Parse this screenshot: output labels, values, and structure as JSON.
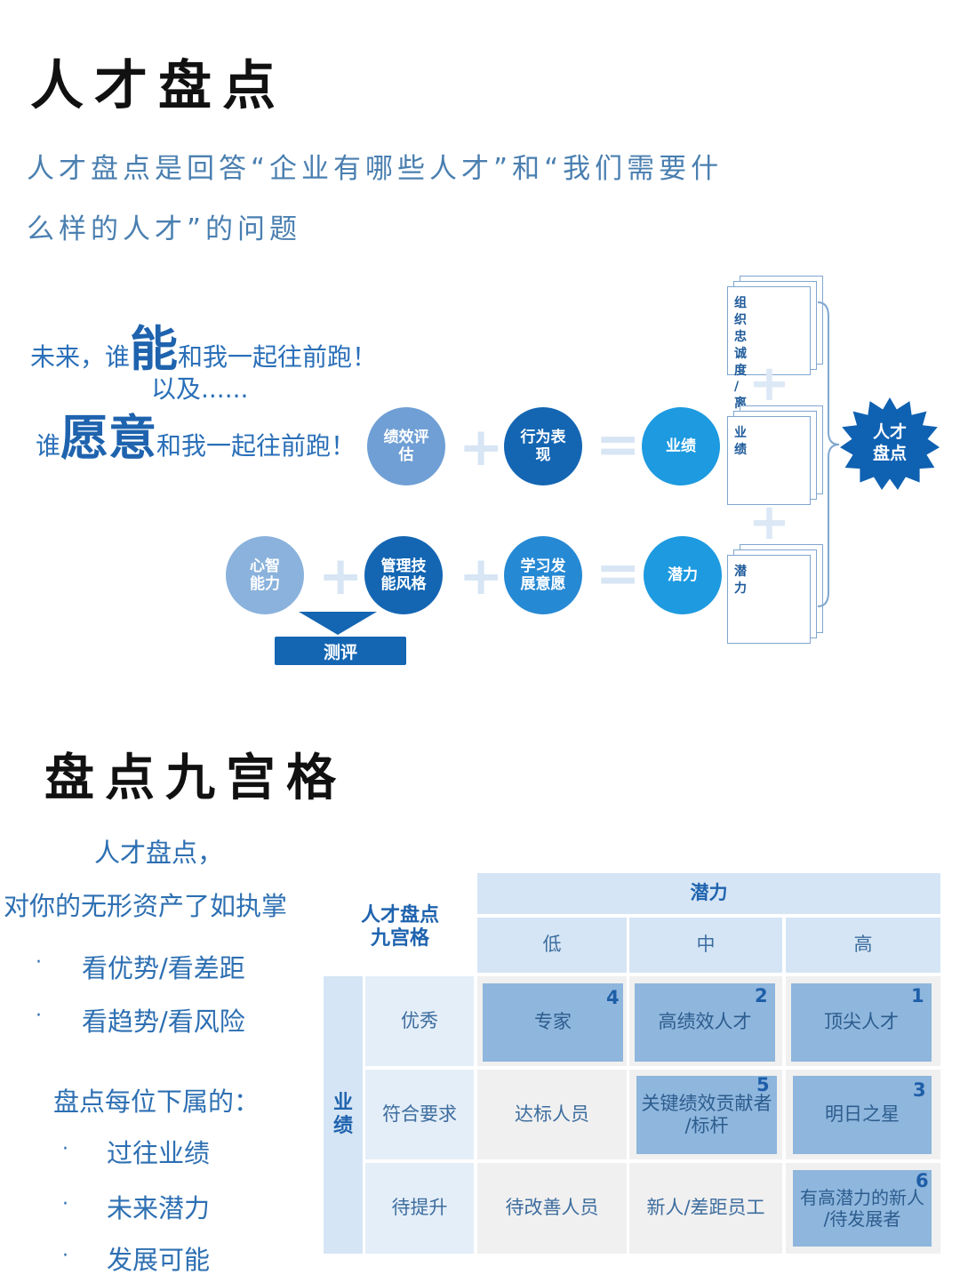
{
  "title1": "人才盘点",
  "intro_line1": "人才盘点是回答“企业有哪些人才”和“我们需要什",
  "intro_line2": "么样的人才”的问题",
  "slogan": {
    "line1_pre": "未来，谁",
    "line1_big": "能",
    "line1_post": "和我一起往前跑！",
    "line2": "以及......",
    "line3_pre": "谁",
    "line3_big": "愿意",
    "line3_post": "和我一起往前跑！"
  },
  "diagram": {
    "row1": [
      "绩效评\n估",
      "行为表\n现",
      "业绩"
    ],
    "row2": [
      "心智\n能力",
      "管理技\n能风格",
      "学习发\n展意愿",
      "潜力"
    ],
    "plus": "+",
    "equals": "=",
    "docs": [
      "组织忠诚度\n/离职风险",
      "业绩",
      "潜力"
    ],
    "result": "人才\n盘点",
    "test_button": "测评"
  },
  "title2": "盘点九宫格",
  "left": {
    "line1": "人才盘点，",
    "line2": "对你的无形资产了如执掌",
    "points1": [
      "看优势/看差距",
      "看趋势/看风险"
    ],
    "line3": "盘点每位下属的：",
    "points2": [
      "过往业绩",
      "未来潜力",
      "发展可能"
    ],
    "bullet": "·"
  },
  "grid": {
    "corner": "人才盘点\n九宫格",
    "potential": "潜力",
    "performance": "业\n绩",
    "cols": [
      "低",
      "中",
      "高"
    ],
    "rows": [
      "优秀",
      "符合要求",
      "待提升"
    ],
    "cells": [
      [
        {
          "text": "专家",
          "num": "4"
        },
        {
          "text": "高绩效人才",
          "num": "2"
        },
        {
          "text": "顶尖人才",
          "num": "1"
        }
      ],
      [
        {
          "text": "达标人员",
          "num": ""
        },
        {
          "text": "关键绩效贡献者\n/标杆",
          "num": "5"
        },
        {
          "text": "明日之星",
          "num": "3"
        }
      ],
      [
        {
          "text": "待改善人员",
          "num": ""
        },
        {
          "text": "新人/差距员工",
          "num": ""
        },
        {
          "text": "有高潜力的新人\n/待发展者",
          "num": "6"
        }
      ]
    ]
  }
}
